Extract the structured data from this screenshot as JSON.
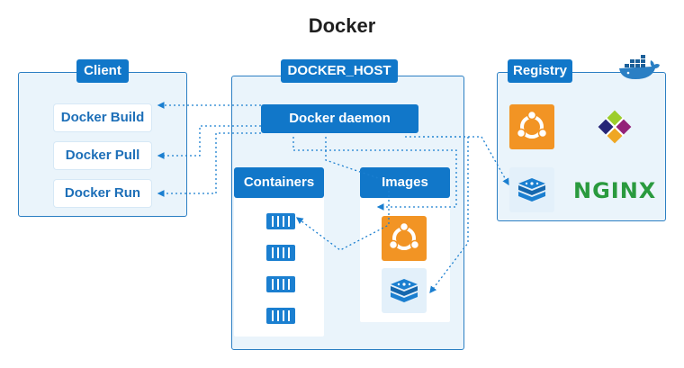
{
  "title": "Docker",
  "client": {
    "label": "Client",
    "buttons": [
      "Docker Build",
      "Docker Pull",
      "Docker Run"
    ]
  },
  "docker_host": {
    "label": "DOCKER_HOST",
    "daemon_label": "Docker daemon",
    "containers_label": "Containers",
    "images_label": "Images"
  },
  "registry": {
    "label": "Registry",
    "nginx_label": "NGINX"
  },
  "colors": {
    "primary_blue": "#1177c9",
    "panel_bg": "#eaf4fb",
    "ubuntu_orange": "#f29424",
    "nginx_green": "#2a9a3e"
  },
  "icons": [
    "docker-whale-icon",
    "ubuntu-icon",
    "centos-icon",
    "redis-icon",
    "nginx-logo",
    "container-icon"
  ]
}
